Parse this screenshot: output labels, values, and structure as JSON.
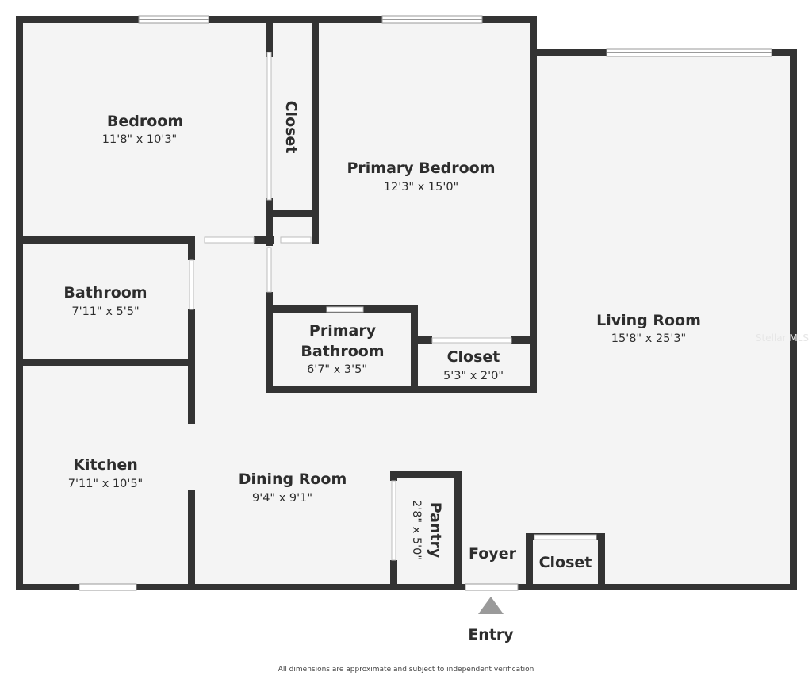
{
  "rooms": {
    "bedroom": {
      "name": "Bedroom",
      "dims": "11'8\" x 10'3\""
    },
    "closet_bedroom": {
      "name": "Closet"
    },
    "primary_bedroom": {
      "name": "Primary Bedroom",
      "dims": "12'3\" x 15'0\""
    },
    "living_room": {
      "name": "Living Room",
      "dims": "15'8\" x 25'3\""
    },
    "bathroom": {
      "name": "Bathroom",
      "dims": "7'11\" x 5'5\""
    },
    "primary_bathroom": {
      "name_line1": "Primary",
      "name_line2": "Bathroom",
      "dims": "6'7\" x 3'5\""
    },
    "closet_primary": {
      "name": "Closet",
      "dims": "5'3\" x 2'0\""
    },
    "kitchen": {
      "name": "Kitchen",
      "dims": "7'11\" x 10'5\""
    },
    "dining_room": {
      "name": "Dining Room",
      "dims": "9'4\" x 9'1\""
    },
    "pantry": {
      "name": "Pantry",
      "dims": "2'8\" x 5'0\""
    },
    "foyer": {
      "name": "Foyer"
    },
    "closet_foyer": {
      "name": "Closet"
    }
  },
  "entry_label": "Entry",
  "disclaimer": "All dimensions are approximate and subject to independent verification",
  "watermark": "Stellar MLS",
  "colors": {
    "wall": "#333333",
    "floor": "#f4f4f4",
    "text": "#2d2d2d"
  }
}
